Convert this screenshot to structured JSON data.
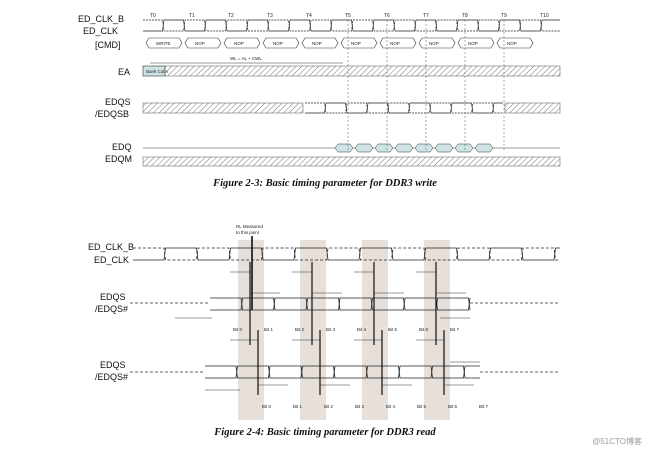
{
  "write": {
    "signals": [
      "ED_CLK_B",
      "ED_CLK",
      "[CMD]",
      "EA",
      "EDQS",
      "/EDQSB",
      "EDQ",
      "EDQM"
    ],
    "ticks": [
      "T0",
      "T1",
      "T2",
      "T3",
      "T4",
      "T5",
      "T6",
      "T7",
      "T8",
      "T9",
      "T10"
    ],
    "cmd": [
      "WRITE",
      "NOP",
      "NOP",
      "NOP",
      "NOP",
      "NOP",
      "NOP",
      "NOP",
      "NOP",
      "NOP"
    ],
    "ea_label": "Bank Col n",
    "wl_label": "WL = AL + CWL",
    "caption": "Figure 2-3: Basic timing parameter for DDR3 write"
  },
  "read": {
    "signals": [
      "ED_CLK_B",
      "ED_CLK",
      "EDQS",
      "/EDQS#",
      "EDQS",
      "/EDQS#"
    ],
    "rl_note": [
      "RL Measured",
      "to this point"
    ],
    "bits_top": [
      "Bit 0",
      "Bit 1",
      "Bit 2",
      "Bit 3",
      "Bit 4",
      "Bit 5",
      "Bit 6",
      "Bit 7"
    ],
    "bits_bot": [
      "Bit 0",
      "Bit 1",
      "Bit 2",
      "Bit 3",
      "Bit 4",
      "Bit 5",
      "Bit 6",
      "Bit 7"
    ],
    "caption": "Figure 2-4: Basic timing parameter for DDR3 read"
  },
  "watermark": "@51CTO博客"
}
